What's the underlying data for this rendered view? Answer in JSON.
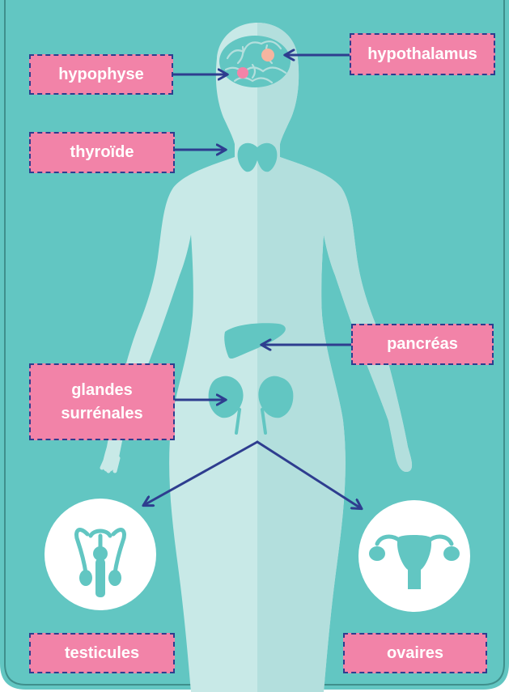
{
  "labels": {
    "hypophyse": "hypophyse",
    "hypothalamus": "hypothalamus",
    "thyroide": "thyroïde",
    "pancreas": "pancréas",
    "glandes_line1": "glandes",
    "glandes_line2": "surrénales",
    "testicules": "testicules",
    "ovaires": "ovaires"
  },
  "icons": {
    "brain": "brain-icon",
    "thyroid": "thyroid-icon",
    "liver": "liver-icon",
    "kidneys": "kidney-icon",
    "testes": "male-reproductive-icon",
    "ovaries": "female-reproductive-icon"
  },
  "colors": {
    "panel": "#62c6c2",
    "body_left": "#c8e9e7",
    "body_right": "#b3dfdd",
    "organ": "#62c6c2",
    "label_bg": "#f283a8",
    "label_border": "#2e3d8f",
    "arrow": "#2e3d8f",
    "hypothalamus_dot": "#f6b5a0",
    "hypophyse_dot": "#f283a8"
  }
}
